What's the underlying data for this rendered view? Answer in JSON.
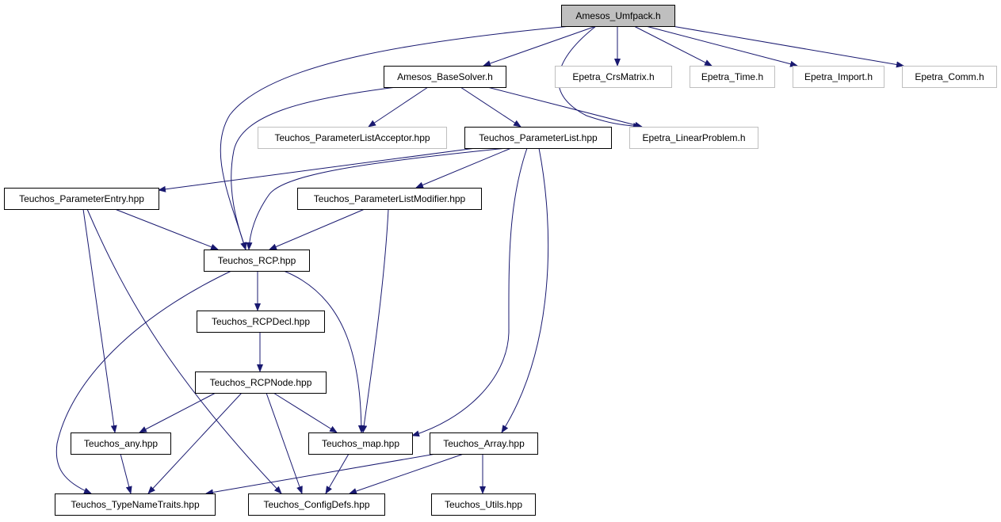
{
  "graph": {
    "colors": {
      "edge": "#191970",
      "box_border": "#000000",
      "box_border_external": "#bfbfbf",
      "root_fill": "#bfbfbf",
      "box_fill": "#ffffff",
      "text": "#000000"
    },
    "nodes": [
      {
        "id": "amesos_umfpack",
        "label": "Amesos_Umfpack.h",
        "style": "root"
      },
      {
        "id": "amesos_basesolver",
        "label": "Amesos_BaseSolver.h",
        "style": "normal"
      },
      {
        "id": "epetra_crsmatrix",
        "label": "Epetra_CrsMatrix.h",
        "style": "external"
      },
      {
        "id": "epetra_time",
        "label": "Epetra_Time.h",
        "style": "external"
      },
      {
        "id": "epetra_import",
        "label": "Epetra_Import.h",
        "style": "external"
      },
      {
        "id": "epetra_comm",
        "label": "Epetra_Comm.h",
        "style": "external"
      },
      {
        "id": "teuchos_parameterlistacceptor",
        "label": "Teuchos_ParameterListAcceptor.hpp",
        "style": "external"
      },
      {
        "id": "teuchos_parameterlist",
        "label": "Teuchos_ParameterList.hpp",
        "style": "normal"
      },
      {
        "id": "epetra_linearproblem",
        "label": "Epetra_LinearProblem.h",
        "style": "external"
      },
      {
        "id": "teuchos_parameterentry",
        "label": "Teuchos_ParameterEntry.hpp",
        "style": "normal"
      },
      {
        "id": "teuchos_parameterlistmodifier",
        "label": "Teuchos_ParameterListModifier.hpp",
        "style": "normal"
      },
      {
        "id": "teuchos_rcp",
        "label": "Teuchos_RCP.hpp",
        "style": "normal"
      },
      {
        "id": "teuchos_rcpdecl",
        "label": "Teuchos_RCPDecl.hpp",
        "style": "normal"
      },
      {
        "id": "teuchos_rcpnode",
        "label": "Teuchos_RCPNode.hpp",
        "style": "normal"
      },
      {
        "id": "teuchos_any",
        "label": "Teuchos_any.hpp",
        "style": "normal"
      },
      {
        "id": "teuchos_map",
        "label": "Teuchos_map.hpp",
        "style": "normal"
      },
      {
        "id": "teuchos_array",
        "label": "Teuchos_Array.hpp",
        "style": "normal"
      },
      {
        "id": "teuchos_typenametraits",
        "label": "Teuchos_TypeNameTraits.hpp",
        "style": "normal"
      },
      {
        "id": "teuchos_configdefs",
        "label": "Teuchos_ConfigDefs.hpp",
        "style": "normal"
      },
      {
        "id": "teuchos_utils",
        "label": "Teuchos_Utils.hpp",
        "style": "normal"
      }
    ],
    "edges": [
      {
        "from": "amesos_umfpack",
        "to": "amesos_basesolver"
      },
      {
        "from": "amesos_umfpack",
        "to": "teuchos_rcp"
      },
      {
        "from": "amesos_umfpack",
        "to": "epetra_linearproblem"
      },
      {
        "from": "amesos_umfpack",
        "to": "epetra_crsmatrix"
      },
      {
        "from": "amesos_umfpack",
        "to": "epetra_time"
      },
      {
        "from": "amesos_umfpack",
        "to": "epetra_import"
      },
      {
        "from": "amesos_umfpack",
        "to": "epetra_comm"
      },
      {
        "from": "amesos_basesolver",
        "to": "teuchos_rcp"
      },
      {
        "from": "amesos_basesolver",
        "to": "teuchos_parameterlistacceptor"
      },
      {
        "from": "amesos_basesolver",
        "to": "teuchos_parameterlist"
      },
      {
        "from": "amesos_basesolver",
        "to": "epetra_linearproblem"
      },
      {
        "from": "teuchos_parameterlist",
        "to": "teuchos_parameterentry"
      },
      {
        "from": "teuchos_parameterlist",
        "to": "teuchos_rcp"
      },
      {
        "from": "teuchos_parameterlist",
        "to": "teuchos_parameterlistmodifier"
      },
      {
        "from": "teuchos_parameterlist",
        "to": "teuchos_map"
      },
      {
        "from": "teuchos_parameterlist",
        "to": "teuchos_array"
      },
      {
        "from": "teuchos_parameterentry",
        "to": "teuchos_rcp"
      },
      {
        "from": "teuchos_parameterentry",
        "to": "teuchos_any"
      },
      {
        "from": "teuchos_parameterentry",
        "to": "teuchos_configdefs"
      },
      {
        "from": "teuchos_parameterlistmodifier",
        "to": "teuchos_rcp"
      },
      {
        "from": "teuchos_parameterlistmodifier",
        "to": "teuchos_map"
      },
      {
        "from": "teuchos_rcp",
        "to": "teuchos_rcpdecl"
      },
      {
        "from": "teuchos_rcp",
        "to": "teuchos_map"
      },
      {
        "from": "teuchos_rcp",
        "to": "teuchos_typenametraits"
      },
      {
        "from": "teuchos_rcpdecl",
        "to": "teuchos_rcpnode"
      },
      {
        "from": "teuchos_rcpnode",
        "to": "teuchos_any"
      },
      {
        "from": "teuchos_rcpnode",
        "to": "teuchos_map"
      },
      {
        "from": "teuchos_rcpnode",
        "to": "teuchos_typenametraits"
      },
      {
        "from": "teuchos_rcpnode",
        "to": "teuchos_configdefs"
      },
      {
        "from": "teuchos_any",
        "to": "teuchos_typenametraits"
      },
      {
        "from": "teuchos_map",
        "to": "teuchos_configdefs"
      },
      {
        "from": "teuchos_array",
        "to": "teuchos_typenametraits"
      },
      {
        "from": "teuchos_array",
        "to": "teuchos_configdefs"
      },
      {
        "from": "teuchos_array",
        "to": "teuchos_utils"
      }
    ]
  }
}
